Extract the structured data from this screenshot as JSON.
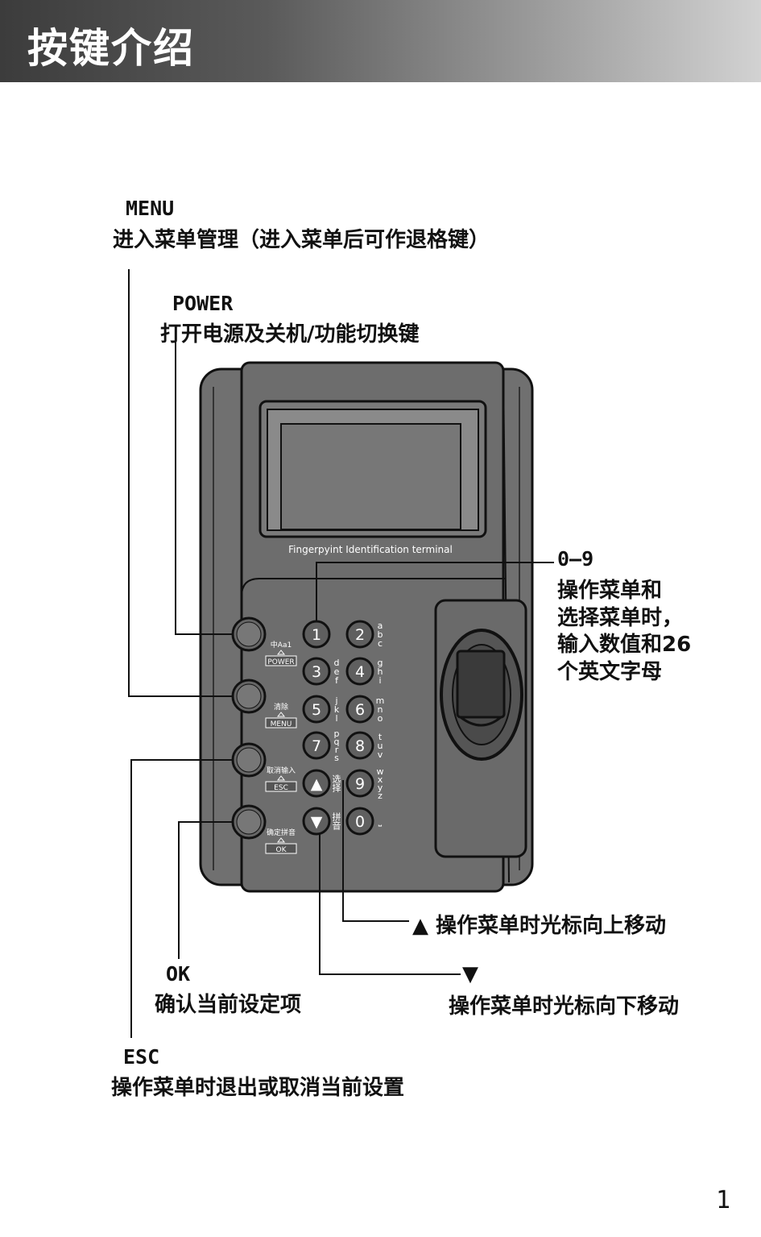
{
  "header": {
    "title": "按键介绍"
  },
  "labels": {
    "menu": {
      "key": "MENU",
      "desc": "进入菜单管理（进入菜单后可作退格键）"
    },
    "power": {
      "key": "POWER",
      "desc": "打开电源及关机/功能切换键"
    },
    "digits": {
      "key": "0—9",
      "desc": [
        "操作菜单和",
        "选择菜单时，",
        "输入数值和26",
        "个英文字母"
      ]
    },
    "up": {
      "desc": "▲  操作菜单时光标向上移动"
    },
    "down": {
      "arrow": "▼",
      "desc": "操作菜单时光标向下移动"
    },
    "ok": {
      "key": "OK",
      "desc": "确认当前设定项"
    },
    "esc": {
      "key": "ESC",
      "desc": "操作菜单时退出或取消当前设置"
    }
  },
  "device": {
    "brand_text": "Fingerpyint Identification terminal",
    "side_buttons": [
      {
        "cn": "中Aa1",
        "en": "POWER"
      },
      {
        "cn": "清除",
        "en": "MENU"
      },
      {
        "cn": "取消输入",
        "en": "ESC"
      },
      {
        "cn": "确定拼音",
        "en": "OK"
      }
    ],
    "keys": [
      {
        "label": "1",
        "letters": ""
      },
      {
        "label": "2",
        "letters": "abc"
      },
      {
        "label": "3",
        "letters": "def"
      },
      {
        "label": "4",
        "letters": "ghi"
      },
      {
        "label": "5",
        "letters": "jkl"
      },
      {
        "label": "6",
        "letters": "mno"
      },
      {
        "label": "7",
        "letters": "pqrs"
      },
      {
        "label": "8",
        "letters": "tuv"
      },
      {
        "label": "▲",
        "letters": "选择"
      },
      {
        "label": "9",
        "letters": "wxyz"
      },
      {
        "label": "▼",
        "letters": "拼音"
      },
      {
        "label": "0",
        "letters": "⎵"
      }
    ]
  },
  "page": {
    "number": "1"
  }
}
